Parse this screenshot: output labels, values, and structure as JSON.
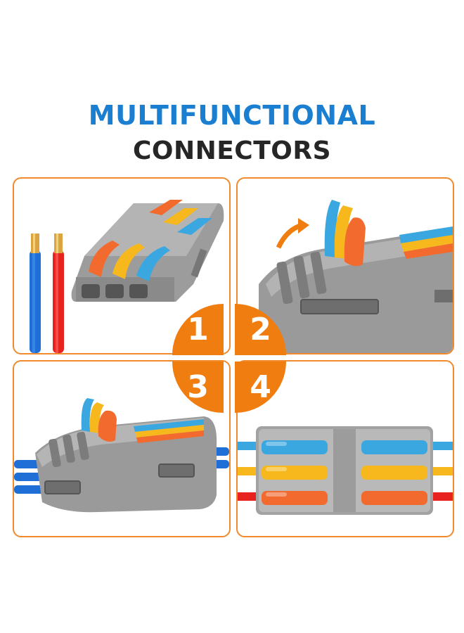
{
  "title": {
    "line1": "MULTIFUNCTIONAL",
    "line2": "CONNECTORS"
  },
  "steps": [
    {
      "number": "1"
    },
    {
      "number": "2"
    },
    {
      "number": "3"
    },
    {
      "number": "4"
    }
  ],
  "colors": {
    "accent_orange": "#f07d10",
    "panel_border": "#f08a2c",
    "title_blue": "#1a7fd1",
    "title_dark": "#262626",
    "lever_orange": "#f26a2e",
    "lever_yellow": "#f6b81d",
    "lever_blue": "#3aa7e0",
    "body_gray": "#9a9a9a",
    "wire_blue": "#1f6fd6",
    "wire_red": "#e8231f"
  }
}
